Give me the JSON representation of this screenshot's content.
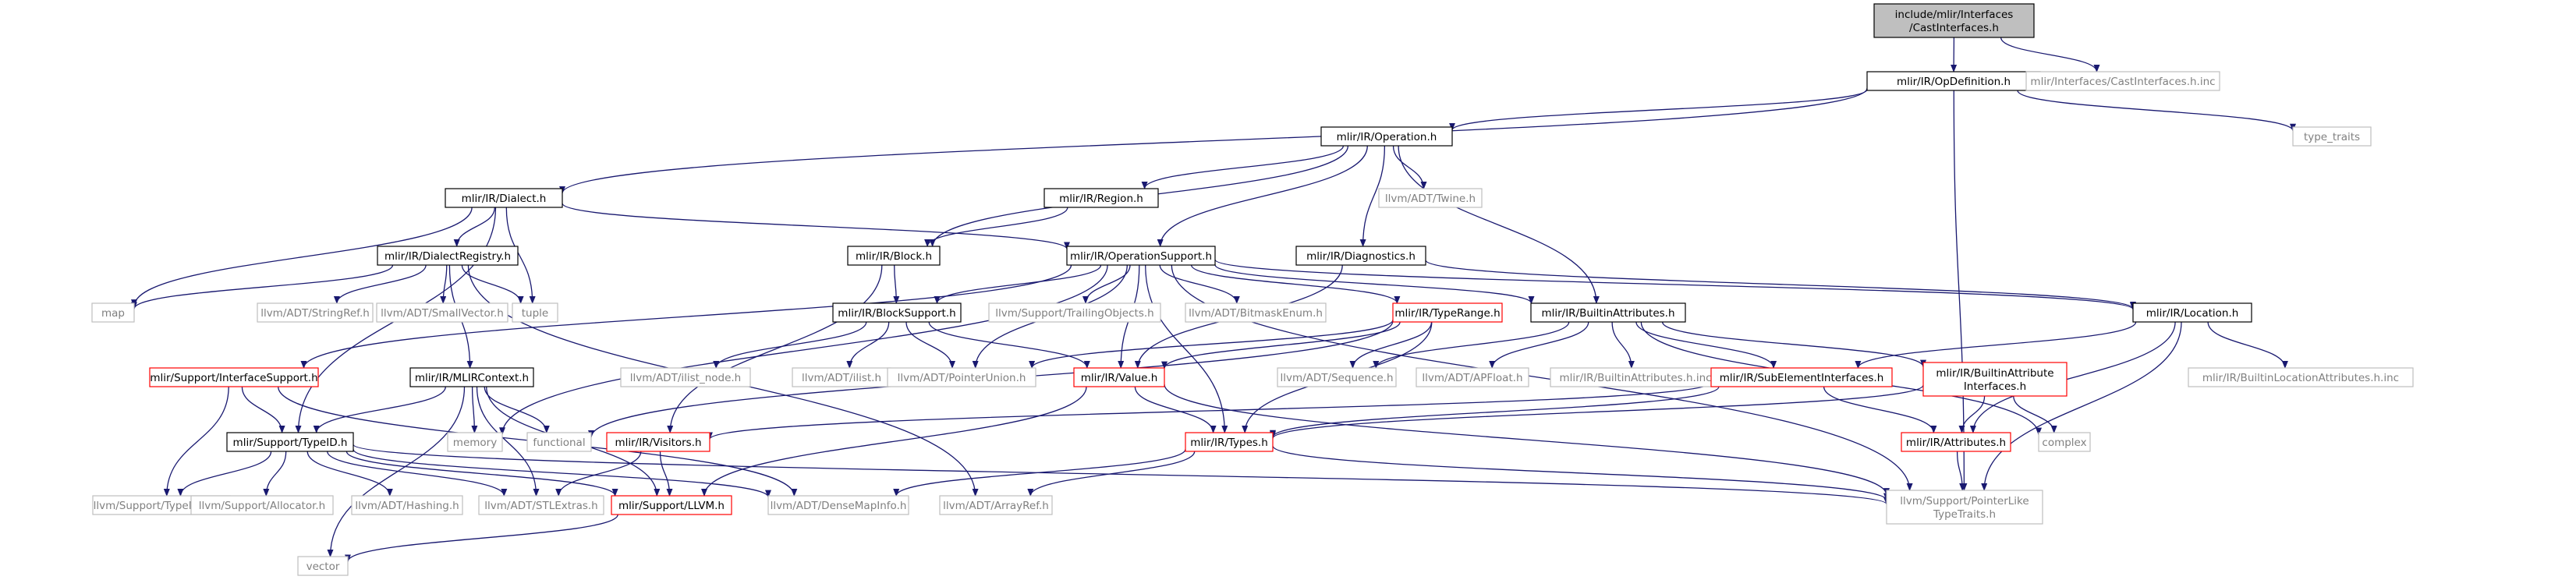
{
  "colors": {
    "root_fill": "#bfbfbf",
    "normal_border": "#000000",
    "missing_border": "#bfbfbf",
    "incomplete_border": "#ff0000",
    "missing_text": "#808080",
    "edge": "#191970"
  },
  "nodes": [
    {
      "id": "cast",
      "lines": [
        "include/mlir/Interfaces",
        "/CastInterfaces.h"
      ],
      "kind": "root"
    },
    {
      "id": "opdef",
      "lines": [
        "mlir/IR/OpDefinition.h"
      ],
      "kind": "normal"
    },
    {
      "id": "castinc",
      "lines": [
        "mlir/Interfaces/CastInterfaces.h.inc"
      ],
      "kind": "missing"
    },
    {
      "id": "operation",
      "lines": [
        "mlir/IR/Operation.h"
      ],
      "kind": "normal"
    },
    {
      "id": "typetraits",
      "lines": [
        "type_traits"
      ],
      "kind": "missing"
    },
    {
      "id": "dialect",
      "lines": [
        "mlir/IR/Dialect.h"
      ],
      "kind": "normal"
    },
    {
      "id": "region",
      "lines": [
        "mlir/IR/Region.h"
      ],
      "kind": "normal"
    },
    {
      "id": "twine",
      "lines": [
        "llvm/ADT/Twine.h"
      ],
      "kind": "missing"
    },
    {
      "id": "dialectreg",
      "lines": [
        "mlir/IR/DialectRegistry.h"
      ],
      "kind": "normal"
    },
    {
      "id": "block",
      "lines": [
        "mlir/IR/Block.h"
      ],
      "kind": "normal"
    },
    {
      "id": "opsupport",
      "lines": [
        "mlir/IR/OperationSupport.h"
      ],
      "kind": "normal"
    },
    {
      "id": "diagnostics",
      "lines": [
        "mlir/IR/Diagnostics.h"
      ],
      "kind": "normal"
    },
    {
      "id": "map",
      "lines": [
        "map"
      ],
      "kind": "missing"
    },
    {
      "id": "stringref",
      "lines": [
        "llvm/ADT/StringRef.h"
      ],
      "kind": "missing"
    },
    {
      "id": "smallvector",
      "lines": [
        "llvm/ADT/SmallVector.h"
      ],
      "kind": "missing"
    },
    {
      "id": "tuple",
      "lines": [
        "tuple"
      ],
      "kind": "missing"
    },
    {
      "id": "blocksupport",
      "lines": [
        "mlir/IR/BlockSupport.h"
      ],
      "kind": "normal"
    },
    {
      "id": "trailing",
      "lines": [
        "llvm/Support/TrailingObjects.h"
      ],
      "kind": "missing"
    },
    {
      "id": "bitmask",
      "lines": [
        "llvm/ADT/BitmaskEnum.h"
      ],
      "kind": "missing"
    },
    {
      "id": "typerange",
      "lines": [
        "mlir/IR/TypeRange.h"
      ],
      "kind": "incomplete"
    },
    {
      "id": "builtinattrs",
      "lines": [
        "mlir/IR/BuiltinAttributes.h"
      ],
      "kind": "normal"
    },
    {
      "id": "location",
      "lines": [
        "mlir/IR/Location.h"
      ],
      "kind": "normal"
    },
    {
      "id": "ifacesupport",
      "lines": [
        "mlir/Support/InterfaceSupport.h"
      ],
      "kind": "incomplete"
    },
    {
      "id": "mlircontext",
      "lines": [
        "mlir/IR/MLIRContext.h"
      ],
      "kind": "normal"
    },
    {
      "id": "ilistnode",
      "lines": [
        "llvm/ADT/ilist_node.h"
      ],
      "kind": "missing"
    },
    {
      "id": "ilist",
      "lines": [
        "llvm/ADT/ilist.h"
      ],
      "kind": "missing"
    },
    {
      "id": "ptrunion",
      "lines": [
        "llvm/ADT/PointerUnion.h"
      ],
      "kind": "missing"
    },
    {
      "id": "value",
      "lines": [
        "mlir/IR/Value.h"
      ],
      "kind": "incomplete"
    },
    {
      "id": "sequence",
      "lines": [
        "llvm/ADT/Sequence.h"
      ],
      "kind": "missing"
    },
    {
      "id": "apfloat",
      "lines": [
        "llvm/ADT/APFloat.h"
      ],
      "kind": "missing"
    },
    {
      "id": "builtinattrsinc",
      "lines": [
        "mlir/IR/BuiltinAttributes.h.inc"
      ],
      "kind": "missing"
    },
    {
      "id": "subelem",
      "lines": [
        "mlir/IR/SubElementInterfaces.h"
      ],
      "kind": "incomplete"
    },
    {
      "id": "builtinattrifaces",
      "lines": [
        "mlir/IR/BuiltinAttribute",
        "Interfaces.h"
      ],
      "kind": "incomplete"
    },
    {
      "id": "builtinlocinc",
      "lines": [
        "mlir/IR/BuiltinLocationAttributes.h.inc"
      ],
      "kind": "missing"
    },
    {
      "id": "typeid",
      "lines": [
        "mlir/Support/TypeID.h"
      ],
      "kind": "normal"
    },
    {
      "id": "memory",
      "lines": [
        "memory"
      ],
      "kind": "missing"
    },
    {
      "id": "functional",
      "lines": [
        "functional"
      ],
      "kind": "missing"
    },
    {
      "id": "visitors",
      "lines": [
        "mlir/IR/Visitors.h"
      ],
      "kind": "incomplete"
    },
    {
      "id": "types",
      "lines": [
        "mlir/IR/Types.h"
      ],
      "kind": "incomplete"
    },
    {
      "id": "attributes",
      "lines": [
        "mlir/IR/Attributes.h"
      ],
      "kind": "incomplete"
    },
    {
      "id": "complex",
      "lines": [
        "complex"
      ],
      "kind": "missing"
    },
    {
      "id": "typename",
      "lines": [
        "llvm/Support/TypeName.h"
      ],
      "kind": "missing"
    },
    {
      "id": "allocator",
      "lines": [
        "llvm/Support/Allocator.h"
      ],
      "kind": "missing"
    },
    {
      "id": "hashing",
      "lines": [
        "llvm/ADT/Hashing.h"
      ],
      "kind": "missing"
    },
    {
      "id": "stlextras",
      "lines": [
        "llvm/ADT/STLExtras.h"
      ],
      "kind": "missing"
    },
    {
      "id": "llvmh",
      "lines": [
        "mlir/Support/LLVM.h"
      ],
      "kind": "incomplete"
    },
    {
      "id": "densemapinfo",
      "lines": [
        "llvm/ADT/DenseMapInfo.h"
      ],
      "kind": "missing"
    },
    {
      "id": "arrayref",
      "lines": [
        "llvm/ADT/ArrayRef.h"
      ],
      "kind": "missing"
    },
    {
      "id": "ptrliketraits",
      "lines": [
        "llvm/Support/PointerLike",
        "TypeTraits.h"
      ],
      "kind": "missing"
    },
    {
      "id": "vector",
      "lines": [
        "vector"
      ],
      "kind": "missing"
    }
  ],
  "edges": [
    [
      "cast",
      "opdef"
    ],
    [
      "cast",
      "castinc"
    ],
    [
      "opdef",
      "operation"
    ],
    [
      "opdef",
      "dialect"
    ],
    [
      "opdef",
      "typetraits"
    ],
    [
      "opdef",
      "ptrliketraits"
    ],
    [
      "operation",
      "region"
    ],
    [
      "operation",
      "twine"
    ],
    [
      "operation",
      "block"
    ],
    [
      "operation",
      "opsupport"
    ],
    [
      "operation",
      "diagnostics"
    ],
    [
      "operation",
      "builtinattrs"
    ],
    [
      "dialect",
      "dialectreg"
    ],
    [
      "dialect",
      "map"
    ],
    [
      "dialect",
      "tuple"
    ],
    [
      "dialect",
      "opsupport"
    ],
    [
      "dialect",
      "typeid"
    ],
    [
      "region",
      "block"
    ],
    [
      "dialectreg",
      "map"
    ],
    [
      "dialectreg",
      "stringref"
    ],
    [
      "dialectreg",
      "smallvector"
    ],
    [
      "dialectreg",
      "tuple"
    ],
    [
      "dialectreg",
      "mlircontext"
    ],
    [
      "dialectreg",
      "arrayref"
    ],
    [
      "block",
      "blocksupport"
    ],
    [
      "block",
      "visitors"
    ],
    [
      "opsupport",
      "blocksupport"
    ],
    [
      "opsupport",
      "trailing"
    ],
    [
      "opsupport",
      "bitmask"
    ],
    [
      "opsupport",
      "typerange"
    ],
    [
      "opsupport",
      "builtinattrs"
    ],
    [
      "opsupport",
      "location"
    ],
    [
      "opsupport",
      "ifacesupport"
    ],
    [
      "opsupport",
      "memory"
    ],
    [
      "opsupport",
      "ptrunion"
    ],
    [
      "opsupport",
      "value"
    ],
    [
      "opsupport",
      "types"
    ],
    [
      "opsupport",
      "ptrliketraits"
    ],
    [
      "diagnostics",
      "location"
    ],
    [
      "diagnostics",
      "value"
    ],
    [
      "blocksupport",
      "ilistnode"
    ],
    [
      "blocksupport",
      "ilist"
    ],
    [
      "blocksupport",
      "ptrunion"
    ],
    [
      "blocksupport",
      "value"
    ],
    [
      "typerange",
      "ptrunion"
    ],
    [
      "typerange",
      "sequence"
    ],
    [
      "typerange",
      "value"
    ],
    [
      "typerange",
      "types"
    ],
    [
      "typerange",
      "functional"
    ],
    [
      "builtinattrs",
      "sequence"
    ],
    [
      "builtinattrs",
      "apfloat"
    ],
    [
      "builtinattrs",
      "builtinattrsinc"
    ],
    [
      "builtinattrs",
      "subelem"
    ],
    [
      "builtinattrs",
      "builtinattrifaces"
    ],
    [
      "builtinattrs",
      "complex"
    ],
    [
      "location",
      "subelem"
    ],
    [
      "location",
      "builtinlocinc"
    ],
    [
      "location",
      "attributes"
    ],
    [
      "location",
      "ptrliketraits"
    ],
    [
      "ifacesupport",
      "typeid"
    ],
    [
      "ifacesupport",
      "typename"
    ],
    [
      "ifacesupport",
      "densemapinfo"
    ],
    [
      "mlircontext",
      "typeid"
    ],
    [
      "mlircontext",
      "memory"
    ],
    [
      "mlircontext",
      "functional"
    ],
    [
      "mlircontext",
      "vector"
    ],
    [
      "mlircontext",
      "stlextras"
    ],
    [
      "mlircontext",
      "llvmh"
    ],
    [
      "value",
      "types"
    ],
    [
      "value",
      "llvmh"
    ],
    [
      "value",
      "ptrliketraits"
    ],
    [
      "subelem",
      "visitors"
    ],
    [
      "subelem",
      "types"
    ],
    [
      "subelem",
      "attributes"
    ],
    [
      "builtinattrifaces",
      "attributes"
    ],
    [
      "builtinattrifaces",
      "complex"
    ],
    [
      "builtinattrifaces",
      "types"
    ],
    [
      "typeid",
      "typename"
    ],
    [
      "typeid",
      "allocator"
    ],
    [
      "typeid",
      "hashing"
    ],
    [
      "typeid",
      "stlextras"
    ],
    [
      "typeid",
      "llvmh"
    ],
    [
      "typeid",
      "densemapinfo"
    ],
    [
      "typeid",
      "ptrliketraits"
    ],
    [
      "visitors",
      "stlextras"
    ],
    [
      "visitors",
      "llvmh"
    ],
    [
      "types",
      "densemapinfo"
    ],
    [
      "types",
      "arrayref"
    ],
    [
      "types",
      "ptrliketraits"
    ],
    [
      "attributes",
      "ptrliketraits"
    ],
    [
      "llvmh",
      "vector"
    ]
  ]
}
